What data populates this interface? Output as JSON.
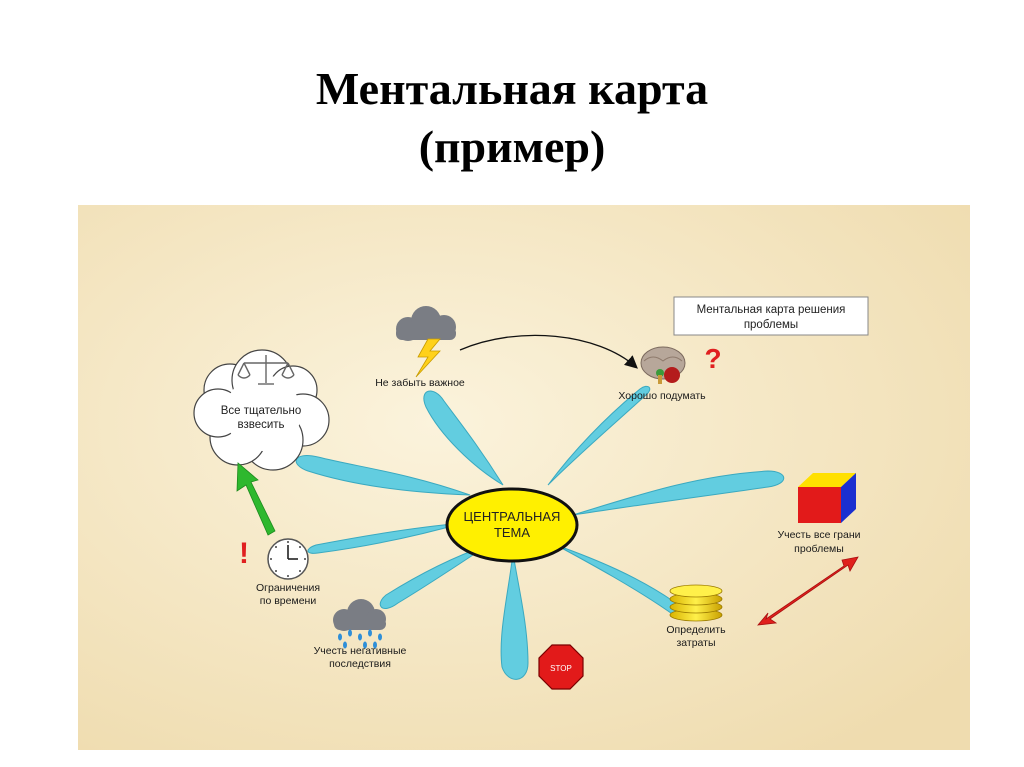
{
  "slide": {
    "title_line1": "Ментальная карта",
    "title_line2": "(пример)"
  },
  "mindmap": {
    "central": {
      "line1": "ЦЕНТРАЛЬНАЯ",
      "line2": "ТЕМА"
    },
    "legend": {
      "line1": "Ментальная карта решения",
      "line2": "проблемы"
    },
    "nodes": {
      "weigh": {
        "line1": "Все тщательно",
        "line2": "взвесить",
        "icon": "scales-icon"
      },
      "important": {
        "line1": "Не забыть важное",
        "icon": "thunderstorm-icon"
      },
      "think": {
        "line1": "Хорошо подумать",
        "icon": "brain-icon",
        "mark": "?"
      },
      "facets": {
        "line1": "Учесть все грани",
        "line2": "проблемы",
        "icon": "cube-icon"
      },
      "costs": {
        "line1": "Определить",
        "line2": "затраты",
        "icon": "coins-icon"
      },
      "stop": {
        "sign": "STOP",
        "icon": "stop-sign-icon"
      },
      "consequences": {
        "line1": "Учесть негативные",
        "line2": "последствия",
        "icon": "rain-cloud-icon"
      },
      "time": {
        "line1": "Ограничения",
        "line2": "по времени",
        "icon": "clock-icon",
        "mark": "!"
      }
    }
  },
  "colors": {
    "panel_bg": "#f3e6c4",
    "petal": "#62cde0",
    "central_fill": "#fff000",
    "green_arrow": "#2eb82e",
    "red_arrow": "#e0201c",
    "mark_red": "#e02020"
  }
}
